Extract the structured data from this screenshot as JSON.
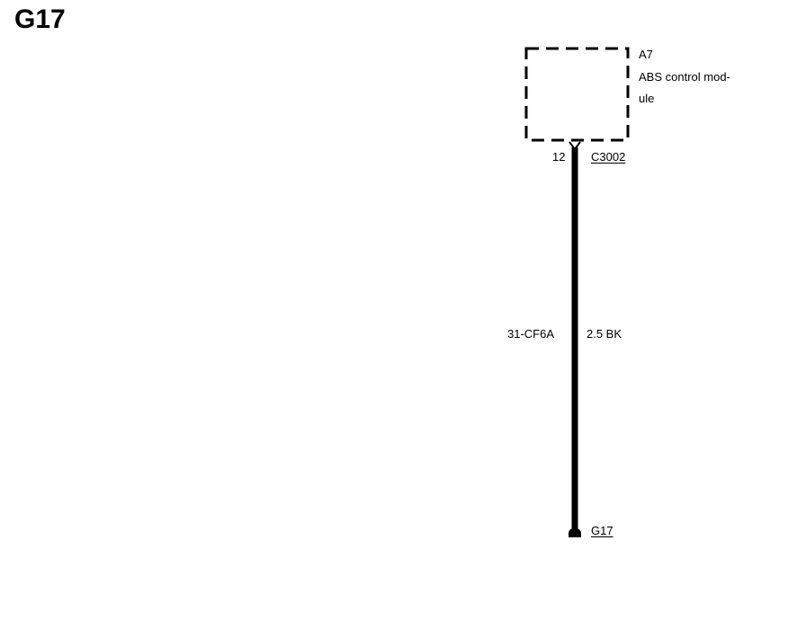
{
  "title": "G17",
  "module": {
    "ref": "A7",
    "name_line1": "ABS control mod-",
    "name_line2": "ule"
  },
  "connector": {
    "pin": "12",
    "id": "C3002"
  },
  "wire": {
    "circuit": "31-CF6A",
    "spec": "2.5 BK"
  },
  "ground": {
    "id": "G17"
  },
  "colors": {
    "line": "#000000",
    "background": "#ffffff"
  }
}
